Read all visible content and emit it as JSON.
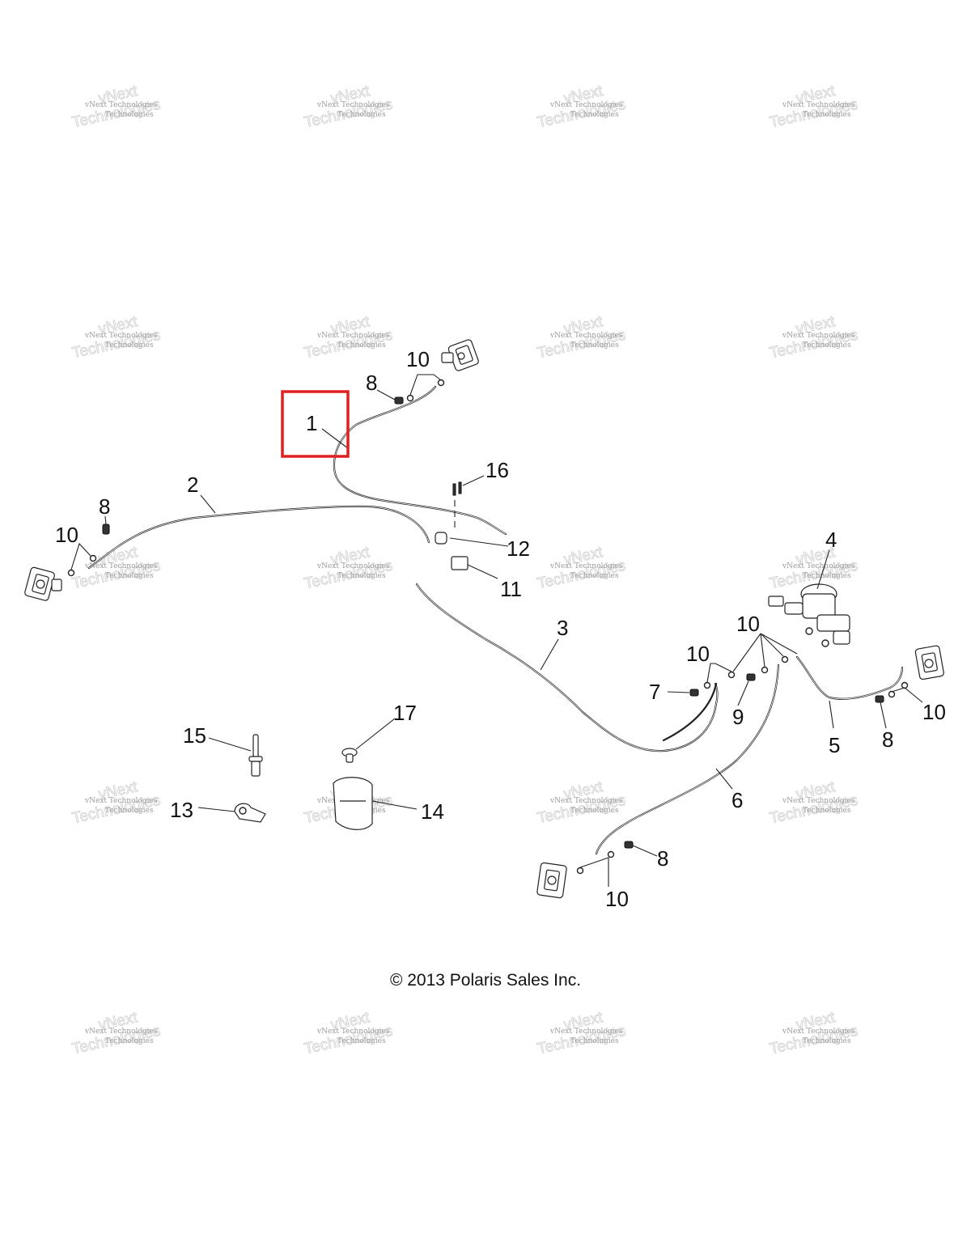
{
  "callouts": {
    "c1": "1",
    "c2": "2",
    "c3": "3",
    "c4": "4",
    "c5": "5",
    "c6": "6",
    "c7": "7",
    "c8_top": "8",
    "c8_left": "8",
    "c8_right": "8",
    "c8_bottom": "8",
    "c9": "9",
    "c10_top": "10",
    "c10_left": "10",
    "c10_mid_a": "10",
    "c10_mid_b": "10",
    "c10_right": "10",
    "c10_bottom": "10",
    "c11": "11",
    "c12": "12",
    "c13": "13",
    "c14": "14",
    "c15": "15",
    "c16": "16",
    "c17": "17"
  },
  "copyright": "© 2013 Polaris Sales Inc.",
  "watermark": {
    "line1": "vNext Technologies",
    "line2": "Technologies",
    "big_top": "vNext",
    "big_bottom": "Technologies"
  },
  "highlight_color": "#e02020"
}
